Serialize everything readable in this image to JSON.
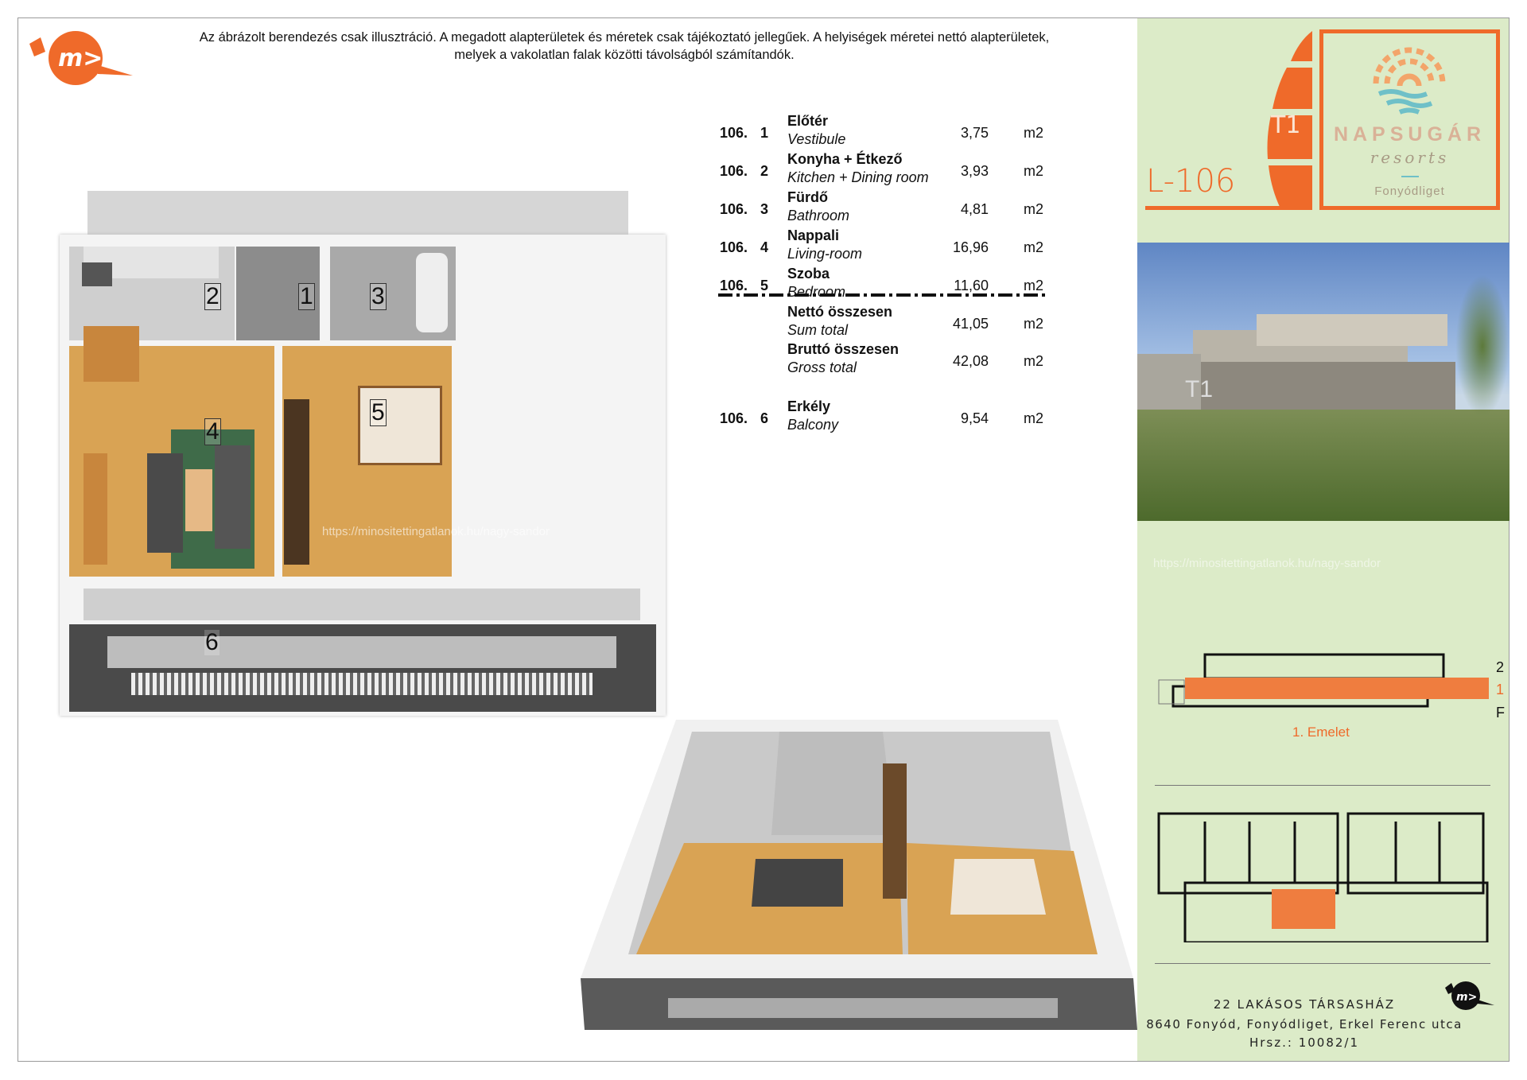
{
  "header": {
    "disclaimer_line1": "Az ábrázolt berendezés csak illusztráció. A megadott alapterületek és méretek csak tájékoztató jellegűek. A helyiségek méretei nettó alapterületek,",
    "disclaimer_line2": "melyek a vakolatlan falak közötti távolságból számítandók.",
    "logo_text": "m>"
  },
  "rooms": [
    {
      "code": "106.",
      "num": "1",
      "hu": "Előtér",
      "en": "Vestibule",
      "area": "3,75",
      "unit": "m2"
    },
    {
      "code": "106.",
      "num": "2",
      "hu": "Konyha + Étkező",
      "en": "Kitchen + Dining room",
      "area": "3,93",
      "unit": "m2"
    },
    {
      "code": "106.",
      "num": "3",
      "hu": "Fürdő",
      "en": "Bathroom",
      "area": "4,81",
      "unit": "m2"
    },
    {
      "code": "106.",
      "num": "4",
      "hu": "Nappali",
      "en": "Living-room",
      "area": "16,96",
      "unit": "m2"
    },
    {
      "code": "106.",
      "num": "5",
      "hu": "Szoba",
      "en": "Bedroom",
      "area": "11,60",
      "unit": "m2"
    }
  ],
  "totals": {
    "net": {
      "hu": "Nettó összesen",
      "en": "Sum total",
      "area": "41,05",
      "unit": "m2"
    },
    "gross": {
      "hu": "Bruttó összesen",
      "en": "Gross total",
      "area": "42,08",
      "unit": "m2"
    }
  },
  "balcony": {
    "code": "106.",
    "num": "6",
    "hu": "Erkély",
    "en": "Balcony",
    "area": "9,54",
    "unit": "m2"
  },
  "plan_labels": [
    "1",
    "2",
    "3",
    "4",
    "5",
    "6"
  ],
  "panel": {
    "unit_id": "L-106",
    "building": "T1",
    "brand": "NAPSUGÁR",
    "brand_sub": "resorts",
    "brand_place": "Fonyódliget",
    "photo_building": "T1",
    "floors": [
      "2",
      "1",
      "F"
    ],
    "floor_caption": "1. Emelet",
    "footer_line1": "22 LAKÁSOS TÁRSASHÁZ",
    "footer_line2": "8640 Fonyód, Fonyódliget, Erkel Ferenc utca",
    "footer_line3": "Hrsz.: 10082/1"
  },
  "watermark": "https://minositettingatlanok.hu/nagy-sandor",
  "colors": {
    "accent": "#ef6a2a",
    "panel": "#dcebc8"
  }
}
